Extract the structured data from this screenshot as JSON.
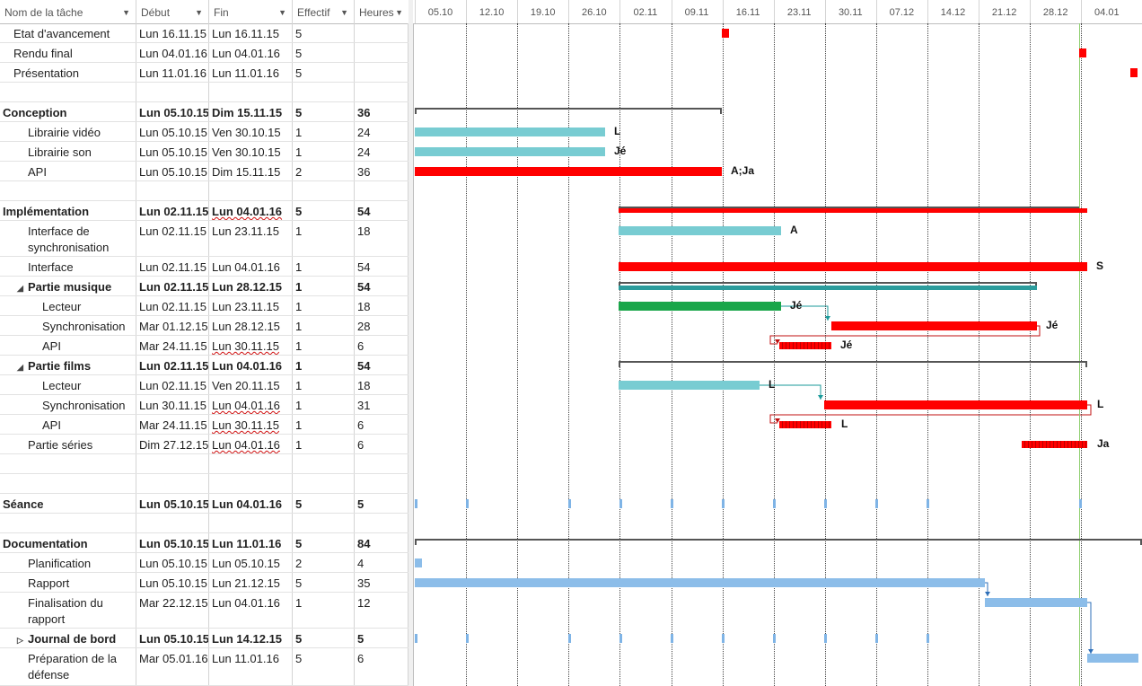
{
  "columns": {
    "name": "Nom de la tâche",
    "start": "Début",
    "end": "Fin",
    "effort": "Effectif",
    "hours": "Heures"
  },
  "timescale": [
    "05.10",
    "12.10",
    "19.10",
    "26.10",
    "02.11",
    "09.11",
    "16.11",
    "23.11",
    "30.11",
    "07.12",
    "14.12",
    "21.12",
    "28.12",
    "04.01"
  ],
  "tasks": [
    {
      "name": "Etat d'avancement",
      "start": "Lun 16.11.15",
      "end": "Lun 16.11.15",
      "effort": "5",
      "hours": ""
    },
    {
      "name": "Rendu final",
      "start": "Lun 04.01.16",
      "end": "Lun 04.01.16",
      "effort": "5",
      "hours": ""
    },
    {
      "name": "Présentation",
      "start": "Lun 11.01.16",
      "end": "Lun 11.01.16",
      "effort": "5",
      "hours": ""
    },
    {
      "name": "",
      "start": "",
      "end": "",
      "effort": "",
      "hours": ""
    },
    {
      "name": "Conception",
      "start": "Lun 05.10.15",
      "end": "Dim 15.11.15",
      "effort": "5",
      "hours": "36"
    },
    {
      "name": "Librairie vidéo",
      "start": "Lun 05.10.15",
      "end": "Ven 30.10.15",
      "effort": "1",
      "hours": "24"
    },
    {
      "name": "Librairie son",
      "start": "Lun 05.10.15",
      "end": "Ven 30.10.15",
      "effort": "1",
      "hours": "24"
    },
    {
      "name": "API",
      "start": "Lun 05.10.15",
      "end": "Dim 15.11.15",
      "effort": "2",
      "hours": "36"
    },
    {
      "name": "",
      "start": "",
      "end": "",
      "effort": "",
      "hours": ""
    },
    {
      "name": "Implémentation",
      "start": "Lun 02.11.15",
      "end": "Lun 04.01.16",
      "effort": "5",
      "hours": "54"
    },
    {
      "name": "Interface de synchronisation",
      "start": "Lun 02.11.15",
      "end": "Lun 23.11.15",
      "effort": "1",
      "hours": "18"
    },
    {
      "name": "Interface",
      "start": "Lun 02.11.15",
      "end": "Lun 04.01.16",
      "effort": "1",
      "hours": "54"
    },
    {
      "name": "Partie musique",
      "start": "Lun 02.11.15",
      "end": "Lun 28.12.15",
      "effort": "1",
      "hours": "54"
    },
    {
      "name": "Lecteur",
      "start": "Lun 02.11.15",
      "end": "Lun 23.11.15",
      "effort": "1",
      "hours": "18"
    },
    {
      "name": "Synchronisation",
      "start": "Mar 01.12.15",
      "end": "Lun 28.12.15",
      "effort": "1",
      "hours": "28"
    },
    {
      "name": "API",
      "start": "Mar 24.11.15",
      "end": "Lun 30.11.15",
      "effort": "1",
      "hours": "6"
    },
    {
      "name": "Partie films",
      "start": "Lun 02.11.15",
      "end": "Lun 04.01.16",
      "effort": "1",
      "hours": "54"
    },
    {
      "name": "Lecteur",
      "start": "Lun 02.11.15",
      "end": "Ven 20.11.15",
      "effort": "1",
      "hours": "18"
    },
    {
      "name": "Synchronisation",
      "start": "Lun 30.11.15",
      "end": "Lun 04.01.16",
      "effort": "1",
      "hours": "31"
    },
    {
      "name": "API",
      "start": "Mar 24.11.15",
      "end": "Lun 30.11.15",
      "effort": "1",
      "hours": "6"
    },
    {
      "name": "Partie séries",
      "start": "Dim 27.12.15",
      "end": "Lun 04.01.16",
      "effort": "1",
      "hours": "6"
    },
    {
      "name": "",
      "start": "",
      "end": "",
      "effort": "",
      "hours": ""
    },
    {
      "name": "",
      "start": "",
      "end": "",
      "effort": "",
      "hours": ""
    },
    {
      "name": "Séance",
      "start": "Lun 05.10.15",
      "end": "Lun 04.01.16",
      "effort": "5",
      "hours": "5"
    },
    {
      "name": "",
      "start": "",
      "end": "",
      "effort": "",
      "hours": ""
    },
    {
      "name": "Documentation",
      "start": "Lun 05.10.15",
      "end": "Lun 11.01.16",
      "effort": "5",
      "hours": "84"
    },
    {
      "name": "Planification",
      "start": "Lun 05.10.15",
      "end": "Lun 05.10.15",
      "effort": "2",
      "hours": "4"
    },
    {
      "name": "Rapport",
      "start": "Lun 05.10.15",
      "end": "Lun 21.12.15",
      "effort": "5",
      "hours": "35"
    },
    {
      "name": "Finalisation du rapport",
      "start": "Mar 22.12.15",
      "end": "Lun 04.01.16",
      "effort": "1",
      "hours": "12"
    },
    {
      "name": "Journal de bord",
      "start": "Lun 05.10.15",
      "end": "Lun 14.12.15",
      "effort": "5",
      "hours": "5"
    },
    {
      "name": "Préparation de la défense",
      "start": "Mar 05.01.16",
      "end": "Lun 11.01.16",
      "effort": "5",
      "hours": "6"
    }
  ],
  "resources": {
    "lib_video": "L",
    "lib_son": "Jé",
    "api_conc": "A;Ja",
    "iface_sync": "A",
    "iface": "S",
    "mus_lecteur": "Jé",
    "mus_sync": "Jé",
    "mus_api": "Jé",
    "film_lecteur": "L",
    "film_sync": "L",
    "film_api": "L",
    "series": "Ja"
  },
  "colors": {
    "critical": "#ff0000",
    "normal": "#78ccd2",
    "progress": "#1aa64a",
    "summary_teal": "#2c9c9c",
    "doc": "#8cbde9",
    "today": "#8fcf70"
  }
}
